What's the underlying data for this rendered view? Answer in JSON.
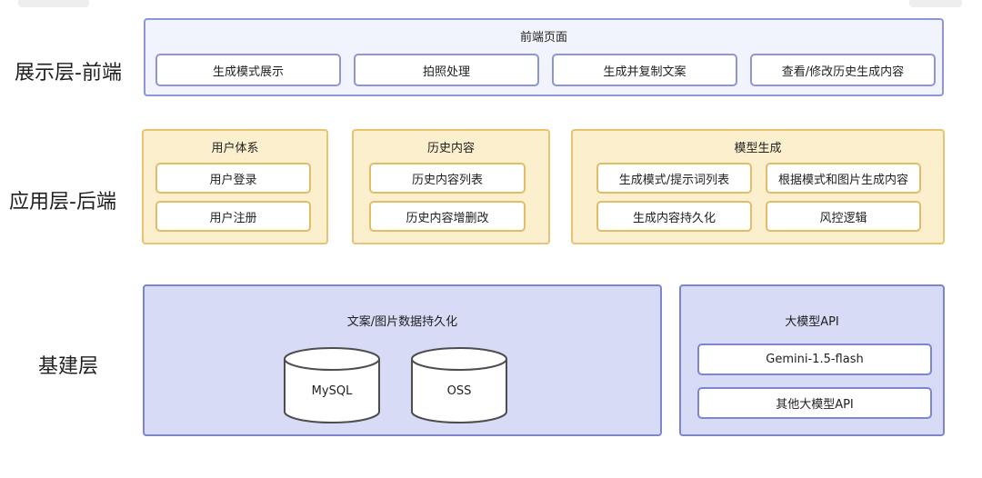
{
  "layers": {
    "presentation": {
      "label": "展示层-前端",
      "panel_title": "前端页面",
      "items": [
        "生成模式展示",
        "拍照处理",
        "生成并复制文案",
        "查看/修改历史生成内容"
      ]
    },
    "application": {
      "label": "应用层-后端",
      "groups": [
        {
          "title": "用户体系",
          "items": [
            "用户登录",
            "用户注册"
          ]
        },
        {
          "title": "历史内容",
          "items": [
            "历史内容列表",
            "历史内容增删改"
          ]
        },
        {
          "title": "模型生成",
          "items": [
            "生成模式/提示词列表",
            "根据模式和图片生成内容",
            "生成内容持久化",
            "风控逻辑"
          ]
        }
      ]
    },
    "infrastructure": {
      "label": "基建层",
      "storage": {
        "title": "文案/图片数据持久化",
        "databases": [
          "MySQL",
          "OSS"
        ]
      },
      "llm": {
        "title": "大模型API",
        "items": [
          "Gemini-1.5-flash",
          "其他大模型API"
        ]
      }
    }
  },
  "colors": {
    "presentation_fill": "#f1f4fd",
    "presentation_border": "#8d96d6",
    "application_fill": "#fcefcd",
    "application_border": "#e9c36f",
    "infrastructure_fill": "#d7dbf5",
    "infrastructure_border": "#7c85cd"
  }
}
